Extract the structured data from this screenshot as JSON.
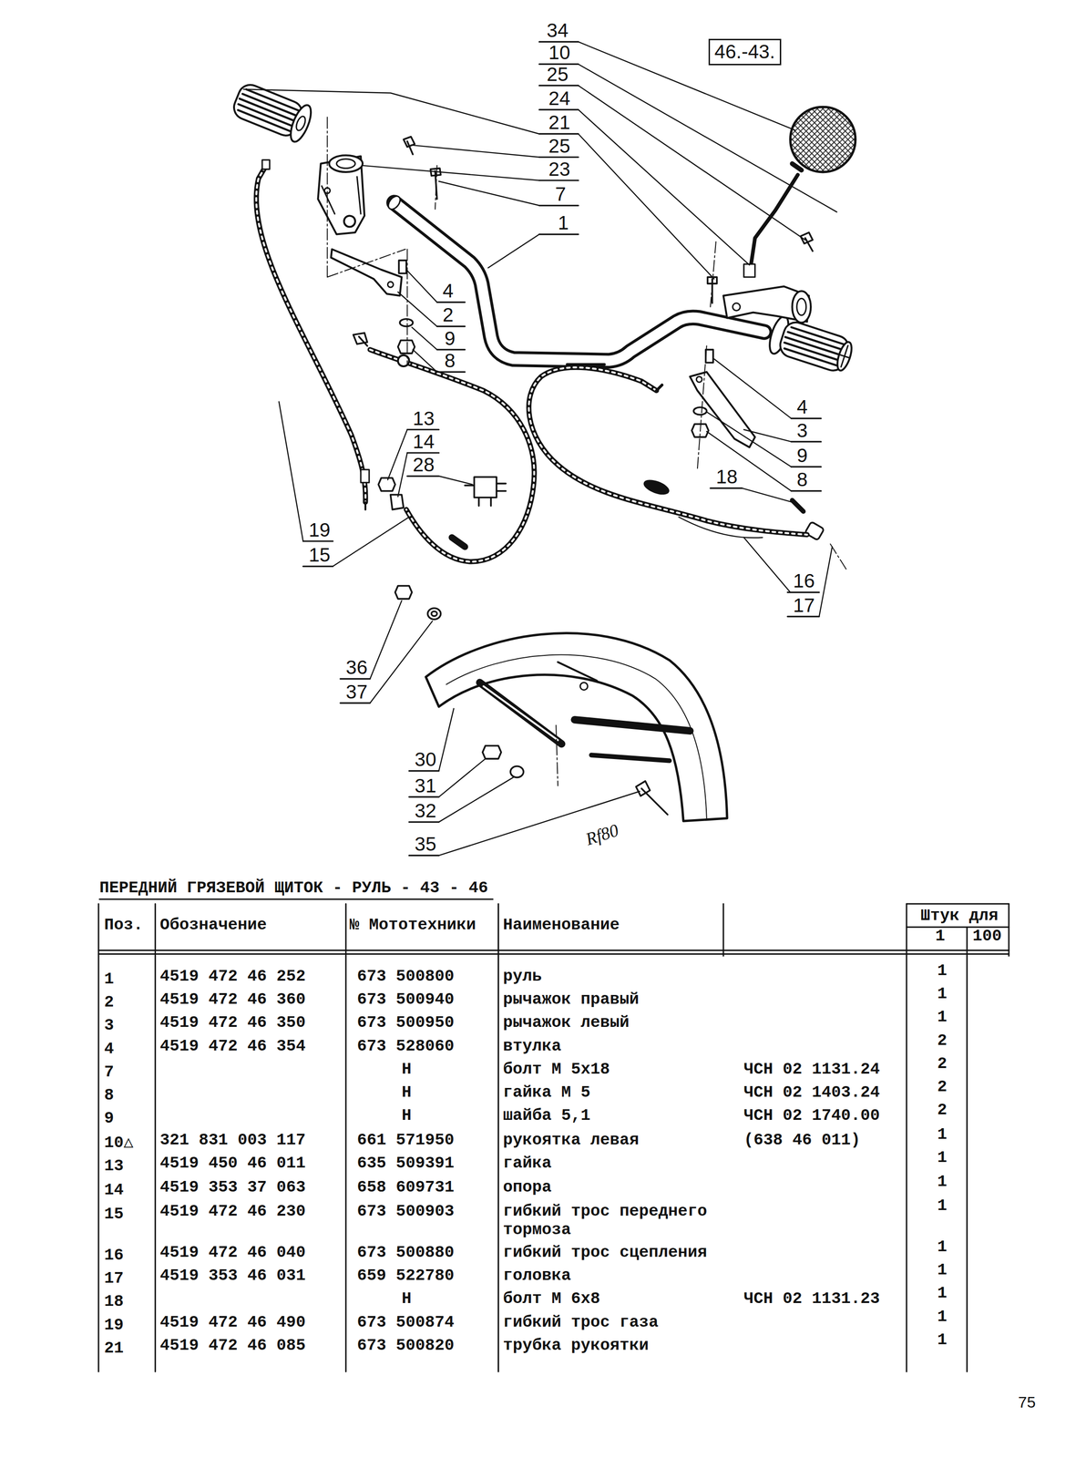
{
  "diagram": {
    "title": "ПЕРЕДНИЙ ГРЯЗЕВОЙ ЩИТОК - РУЛЬ - 43 - 46",
    "nodes": [
      {
        "text": [
          "46.-43."
        ]
      }
    ],
    "labels": [
      "34",
      "10",
      "25",
      "24",
      "21",
      "25",
      "23",
      "7",
      "1",
      "4",
      "2",
      "9",
      "8",
      "13",
      "14",
      "28",
      "18",
      "4",
      "3",
      "9",
      "8",
      "19",
      "15",
      "16",
      "17",
      "36",
      "37",
      "30",
      "31",
      "32",
      "35",
      "Rf80",
      "Поз.",
      "Обозначение",
      "№ Мототехники",
      "Наименование",
      "Штук для",
      "1",
      "100",
      "1",
      "4519 472 46 252",
      "673 500800",
      "руль",
      "1",
      "2",
      "4519 472 46 360",
      "673 500940",
      "рычажок правый",
      "1",
      "3",
      "4519 472 46 350",
      "673 500950",
      "рычажок левый",
      "1",
      "4",
      "4519 472 46 354",
      "673 528060",
      "втулка",
      "2",
      "7",
      "Н",
      "болт М 5х18",
      "ЧСН 02 1131.24",
      "2",
      "8",
      "Н",
      "гайка М 5",
      "ЧСН 02 1403.24",
      "2",
      "9",
      "Н",
      "шайба 5,1",
      "ЧСН 02 1740.00",
      "2",
      "10△",
      "321 831 003 117",
      "661 571950",
      "рукоятка левая",
      "(638 46 011)",
      "1",
      "13",
      "4519 450 46 011",
      "635 509391",
      "гайка",
      "1",
      "14",
      "4519 353 37 063",
      "658 609731",
      "опора",
      "1",
      "15",
      "4519 472 46 230",
      "673 500903",
      "гибкий трос переднего тормоза",
      "1",
      "16",
      "4519 472 46 040",
      "673 500880",
      "гибкий трос сцепления",
      "1",
      "17",
      "4519 353 46 031",
      "659 522780",
      "головка",
      "1",
      "18",
      "Н",
      "болт М 6х8",
      "ЧСН 02 1131.23",
      "1",
      "19",
      "4519 472 46 490",
      "673 500874",
      "гибкий трос газа",
      "1",
      "21",
      "4519 472 46 085",
      "673 500820",
      "трубка рукоятки",
      "1",
      "75"
    ]
  }
}
